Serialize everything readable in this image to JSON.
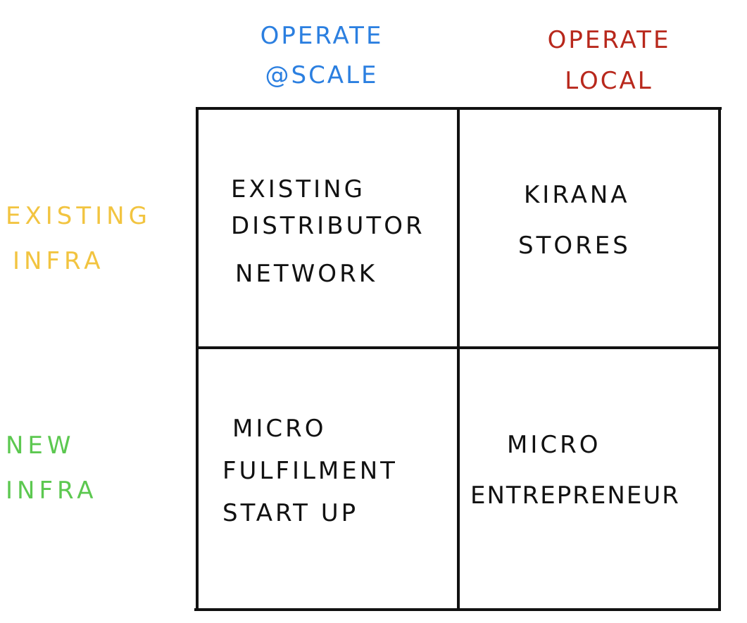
{
  "columns": [
    {
      "line1": "OPERATE",
      "line2": "@SCALE",
      "color": "#2b7fe0"
    },
    {
      "line1": "OPERATE",
      "line2": "LOCAL",
      "color": "#b8281c"
    }
  ],
  "rows": [
    {
      "line1": "EXISTING",
      "line2": "INFRA",
      "color": "#f2c440"
    },
    {
      "line1": "NEW",
      "line2": "INFRA",
      "color": "#5cc850"
    }
  ],
  "cells": {
    "top_left": {
      "lines": [
        "EXISTING",
        "DISTRIBUTOR",
        "NETWORK"
      ]
    },
    "top_right": {
      "lines": [
        "KIRANA",
        "STORES"
      ]
    },
    "bottom_left": {
      "lines": [
        "MICRO",
        "FULFILMENT",
        "START UP"
      ]
    },
    "bottom_right": {
      "lines": [
        "MICRO",
        "ENTREPRENEUR"
      ]
    }
  }
}
